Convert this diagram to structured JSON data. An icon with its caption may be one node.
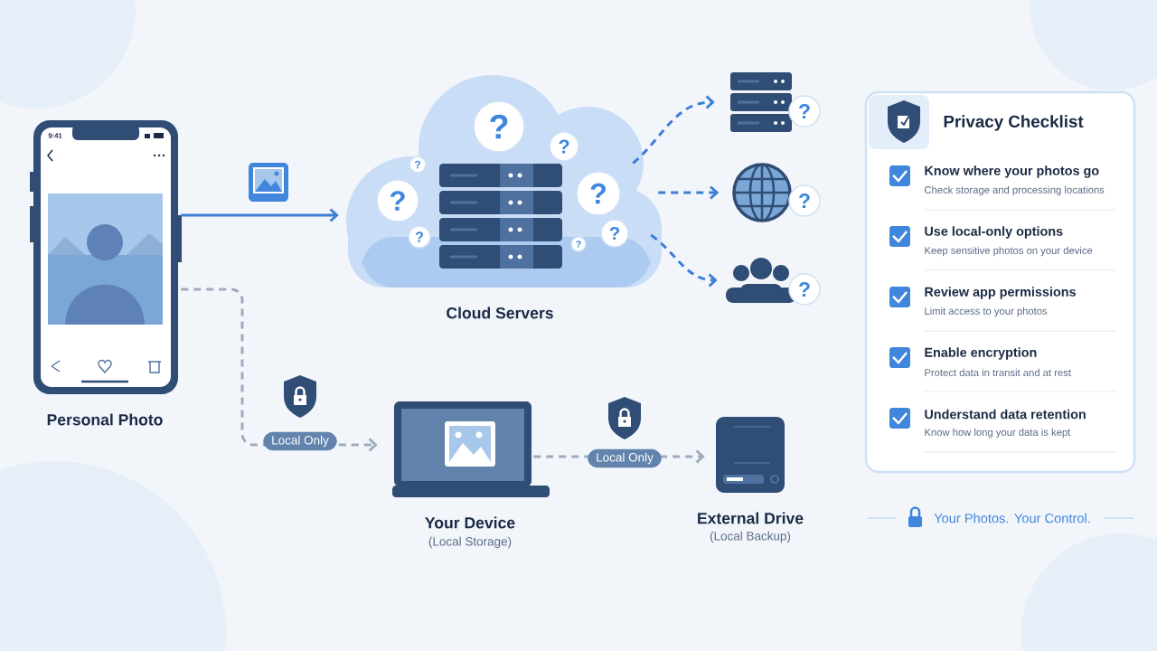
{
  "diagram": {
    "nodes": [
      {
        "text": [
          "Personal Photo"
        ]
      },
      {
        "text": [
          "Cloud Servers"
        ]
      },
      {
        "text": [],
        "shape": "picture"
      },
      {
        "text": [],
        "shape": "picture"
      },
      {
        "text": [],
        "shape": "person"
      },
      {
        "text": [
          "Your Device",
          "(Local Storage)"
        ]
      },
      {
        "text": [
          "External Drive",
          "(Local Backup)"
        ]
      },
      {
        "text": [
          "Privacy Checklist",
          "Know where your photos go",
          "Check storage and processing locations",
          "Use local-only options",
          "Keep sensitive photos on your device",
          "Review app permissions",
          "Limit access to your photos",
          "Enable encryption",
          "Protect data in transit and at rest",
          "Understand data retention",
          "Know how long your data is kept"
        ]
      }
    ],
    "edges": [
      {
        "from": 0,
        "to": 1,
        "arrow": "to"
      },
      {
        "from": 1,
        "to": 2,
        "arrow": "to",
        "style": "dashed"
      },
      {
        "from": 1,
        "to": 3,
        "arrow": "to",
        "style": "dashed"
      },
      {
        "from": 1,
        "to": 4,
        "arrow": "to",
        "style": "dashed"
      },
      {
        "from": 0,
        "to": 5,
        "arrow": "to",
        "label": "Local Only",
        "style": "dashed",
        "color": "#9fabbc"
      },
      {
        "from": 5,
        "to": 6,
        "arrow": "to",
        "label": "Local Only",
        "style": "dashed",
        "color": "#9fabbc"
      }
    ],
    "labels": [
      "?",
      "9:41",
      "?",
      "?",
      "?",
      "?",
      "?",
      "?",
      "?",
      "?",
      "?",
      "?",
      "Your Photos. Your Control."
    ]
  }
}
